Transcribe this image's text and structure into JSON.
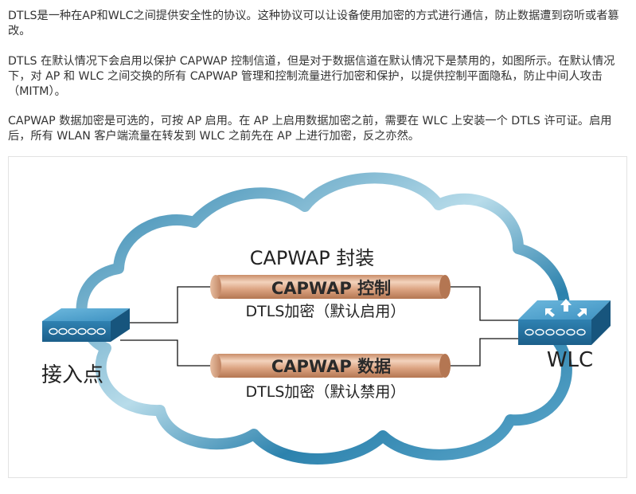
{
  "text": {
    "paragraph_1": "DTLS是一种在AP和WLC之间提供安全性的协议。这种协议可以让设备使用加密的方式进行通信，防止数据遭到窃听或者篡改。",
    "paragraph_2": "DTLS 在默认情况下会启用以保护 CAPWAP 控制信道，但是对于数据信道在默认情况下是禁用的，如图所示。在默认情况下，对 AP 和 WLC 之间交换的所有 CAPWAP 管理和控制流量进行加密和保护，以提供控制平面隐私，防止中间人攻击 （MITM）。",
    "paragraph_3": "CAPWAP 数据加密是可选的，可按 AP 启用。在 AP 上启用数据加密之前，需要在 WLC 上安装一个 DTLS 许可证。启用后，所有 WLAN 客户端流量在转发到 WLC 之前先在 AP 上进行加密，反之亦然。"
  },
  "diagram": {
    "encapsulation_label": "CAPWAP 封装",
    "control_tunnel_label": "CAPWAP 控制",
    "control_encryption_label": "DTLS加密（默认启用）",
    "data_tunnel_label": "CAPWAP 数据",
    "data_encryption_label": "DTLS加密（默认禁用）",
    "access_point_label": "接入点",
    "wlc_label": "WLC"
  },
  "colors": {
    "cloud_outline": "#2c82ad",
    "cloud_outline_light": "#b8dcea",
    "tunnel_copper": "#d9a27c",
    "tunnel_highlight": "#f3d3bd",
    "device_blue": "#2a78a8",
    "device_top": "#4fa3cf",
    "text_dark": "#222222"
  },
  "icons": {
    "access_point": "access-point-icon",
    "wlc": "wlc-controller-icon"
  }
}
